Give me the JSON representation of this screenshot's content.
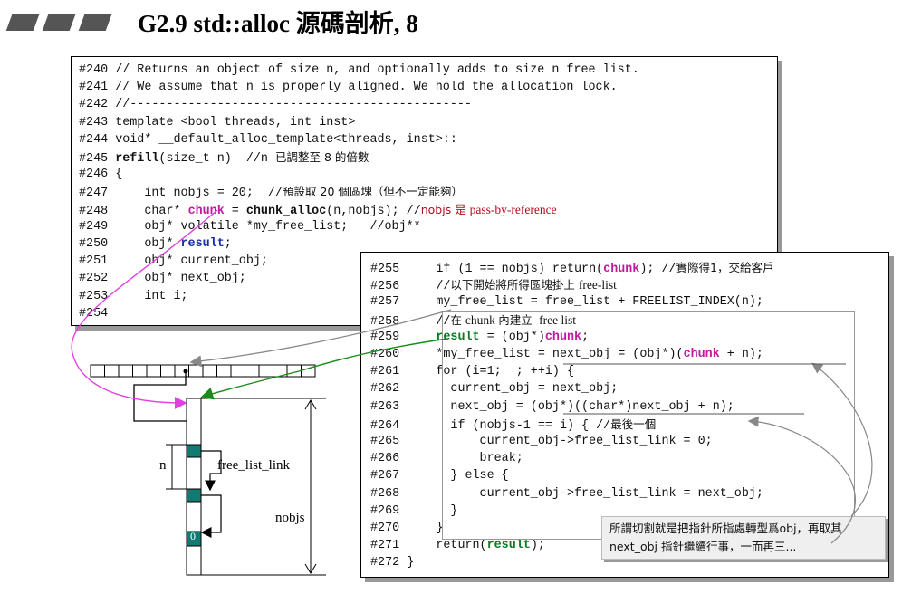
{
  "title": "G2.9 std::alloc 源碼剖析, 8",
  "code_box_1": [
    {
      "num": "#240",
      "parts": [
        {
          "t": " // Returns an object of size n, and optionally adds to size n free list."
        }
      ]
    },
    {
      "num": "#241",
      "parts": [
        {
          "t": " // We assume that n is properly aligned. We hold the allocation lock."
        }
      ]
    },
    {
      "num": "#242",
      "parts": [
        {
          "t": " //-----------------------------------------------"
        }
      ]
    },
    {
      "num": "#243",
      "parts": [
        {
          "t": " template <bool threads, int inst>"
        }
      ]
    },
    {
      "num": "#244",
      "parts": [
        {
          "t": " void* __default_alloc_template<threads, inst>::"
        }
      ]
    },
    {
      "num": "#245",
      "parts": [
        {
          "t": " "
        },
        {
          "t": "refill",
          "c": "kw"
        },
        {
          "t": "(size_t n)  //n "
        },
        {
          "t": "已調整至 8 的倍數",
          "c": "cjk"
        }
      ]
    },
    {
      "num": "#246",
      "parts": [
        {
          "t": " {"
        }
      ]
    },
    {
      "num": "#247",
      "parts": [
        {
          "t": "     int nobjs = 20;  //"
        },
        {
          "t": "預設取 20 個區塊（但不一定能夠）",
          "c": "cjk"
        }
      ]
    },
    {
      "num": "#248",
      "parts": [
        {
          "t": "     char* "
        },
        {
          "t": "chunk",
          "c": "mag"
        },
        {
          "t": " = "
        },
        {
          "t": "chunk_alloc",
          "c": "kw"
        },
        {
          "t": "(n,nobjs); //"
        },
        {
          "t": "nobjs 是 ",
          "c": "red cjk"
        },
        {
          "t": "pass-by-reference",
          "c": "red serif"
        }
      ]
    },
    {
      "num": "#249",
      "parts": [
        {
          "t": "     obj* volatile *my_free_list;   //obj**"
        }
      ]
    },
    {
      "num": "#250",
      "parts": [
        {
          "t": "     obj* "
        },
        {
          "t": "result",
          "c": "blu"
        },
        {
          "t": ";"
        }
      ]
    },
    {
      "num": "#251",
      "parts": [
        {
          "t": "     obj* current_obj;"
        }
      ]
    },
    {
      "num": "#252",
      "parts": [
        {
          "t": "     obj* next_obj;"
        }
      ]
    },
    {
      "num": "#253",
      "parts": [
        {
          "t": "     int i;"
        }
      ]
    },
    {
      "num": "#254",
      "parts": [
        {
          "t": ""
        }
      ]
    }
  ],
  "code_box_2": [
    {
      "num": "#255",
      "parts": [
        {
          "t": "     if (1 == nobjs) return("
        },
        {
          "t": "chunk",
          "c": "mag"
        },
        {
          "t": "); //"
        },
        {
          "t": "實際得1，交給客戶",
          "c": "cjk"
        }
      ]
    },
    {
      "num": "#256",
      "parts": [
        {
          "t": "     //"
        },
        {
          "t": "以下開始將所得區塊掛上 ",
          "c": "cjk"
        },
        {
          "t": "free-list",
          "c": "serif"
        }
      ]
    },
    {
      "num": "#257",
      "parts": [
        {
          "t": "     my_free_list = free_list + FREELIST_INDEX(n);"
        }
      ]
    },
    {
      "num": "#258",
      "parts": [
        {
          "t": "     //"
        },
        {
          "t": "在 ",
          "c": "cjk"
        },
        {
          "t": "chunk ",
          "c": "serif"
        },
        {
          "t": "內建立 ",
          "c": "cjk"
        },
        {
          "t": " free list",
          "c": "serif"
        }
      ]
    },
    {
      "num": "#259",
      "parts": [
        {
          "t": "     "
        },
        {
          "t": "result",
          "c": "grn"
        },
        {
          "t": " = (obj*)"
        },
        {
          "t": "chunk",
          "c": "mag"
        },
        {
          "t": ";"
        }
      ]
    },
    {
      "num": "#260",
      "parts": [
        {
          "t": "     *my_free_list = next_obj = (obj*)("
        },
        {
          "t": "chunk",
          "c": "mag"
        },
        {
          "t": " + n);"
        }
      ]
    },
    {
      "num": "#261",
      "parts": [
        {
          "t": "     for (i=1;  ; ++i) {"
        }
      ]
    },
    {
      "num": "#262",
      "parts": [
        {
          "t": "       current_obj = next_obj;"
        }
      ]
    },
    {
      "num": "#263",
      "parts": [
        {
          "t": "       next_obj = (obj*)((char*)next_obj + n);"
        }
      ]
    },
    {
      "num": "#264",
      "parts": [
        {
          "t": "       if (nobjs-1 == i) { //"
        },
        {
          "t": "最後一個",
          "c": "cjk"
        }
      ]
    },
    {
      "num": "#265",
      "parts": [
        {
          "t": "           current_obj->free_list_link = 0;"
        }
      ]
    },
    {
      "num": "#266",
      "parts": [
        {
          "t": "           break;"
        }
      ]
    },
    {
      "num": "#267",
      "parts": [
        {
          "t": "       } else {"
        }
      ]
    },
    {
      "num": "#268",
      "parts": [
        {
          "t": "           current_obj->free_list_link = next_obj;"
        }
      ]
    },
    {
      "num": "#269",
      "parts": [
        {
          "t": "       }"
        }
      ]
    },
    {
      "num": "#270",
      "parts": [
        {
          "t": "     }"
        }
      ]
    },
    {
      "num": "#271",
      "parts": [
        {
          "t": "     return("
        },
        {
          "t": "result",
          "c": "grn"
        },
        {
          "t": ");"
        }
      ]
    },
    {
      "num": "#272",
      "parts": [
        {
          "t": " }"
        }
      ]
    }
  ],
  "callout_text": "所謂切割就是把指針所指處轉型爲obj，再取其 next_obj 指針繼續行事，一而再三...",
  "diagram": {
    "label_n": "n",
    "label_free_list_link": "free_list_link",
    "label_nobjs": "nobjs",
    "label_zero": "0"
  },
  "colors": {
    "magenta_arrow": "#e040e0",
    "green_arrow": "#1a8a1a",
    "gray_arrow": "#888888",
    "block_fill": "#137a72"
  }
}
